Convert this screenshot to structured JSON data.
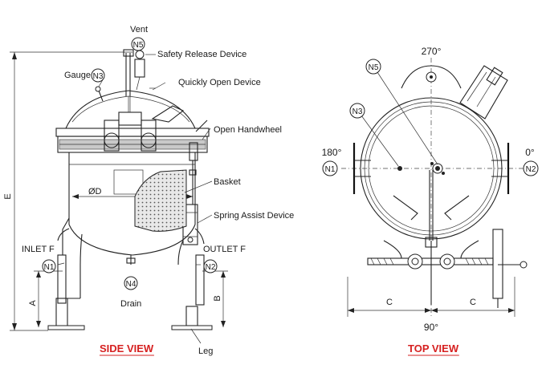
{
  "side_view": {
    "title": "SIDE VIEW",
    "title_color": "#d62020",
    "vent_label": "Vent",
    "safety_release_label": "Safety Release Device",
    "gauge_label": "Gauge",
    "quick_open_label": "Quickly Open Device",
    "open_handwheel_label": "Open Handwheel",
    "basket_label": "Basket",
    "spring_assist_label": "Spring Assist Device",
    "inlet_label": "INLET F",
    "outlet_label": "OUTLET F",
    "drain_label": "Drain",
    "leg_label": "Leg",
    "diameter_label": "ØD",
    "dim_e": "E",
    "dim_a": "A",
    "dim_b": "B",
    "markers": {
      "n5": "N5",
      "n3": "N3",
      "n1": "N1",
      "n2": "N2",
      "n4": "N4"
    }
  },
  "top_view": {
    "title": "TOP VIEW",
    "title_color": "#d62020",
    "angle_top": "270°",
    "angle_left": "180°",
    "angle_right": "0°",
    "angle_bottom": "90°",
    "dim_c_left": "C",
    "dim_c_right": "C",
    "markers": {
      "n5": "N5",
      "n3": "N3",
      "n1": "N1",
      "n2": "N2"
    }
  }
}
